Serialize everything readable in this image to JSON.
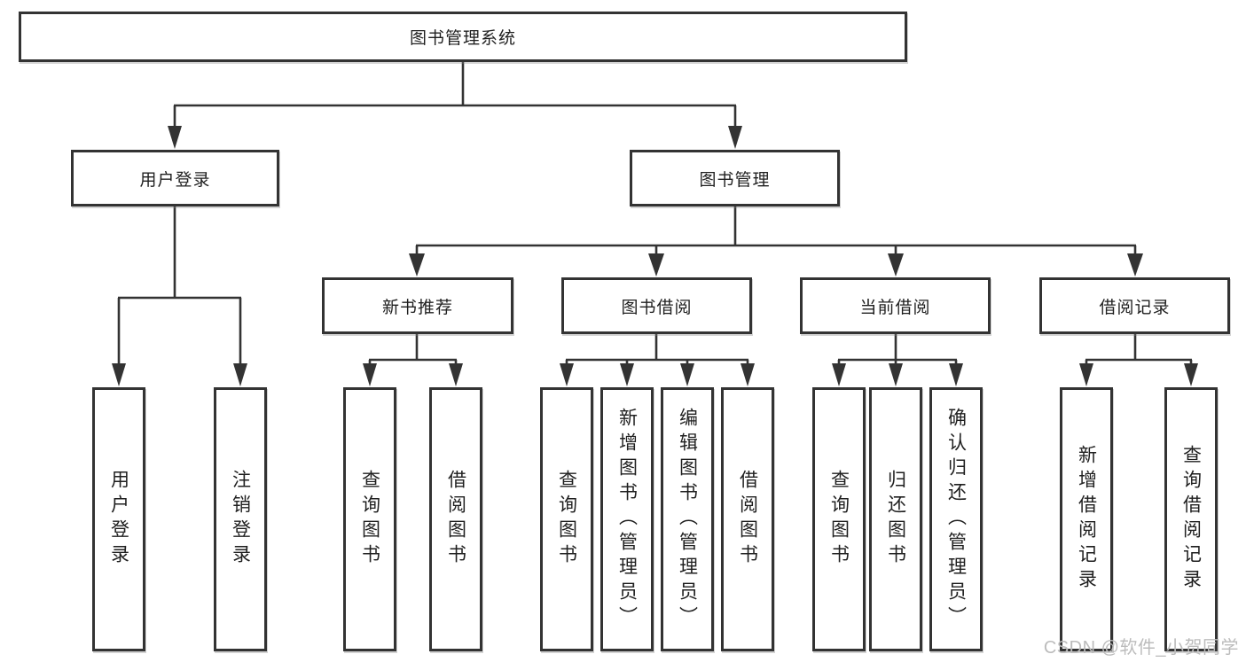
{
  "diagram_title": "图书管理系统",
  "tree": {
    "label": "图书管理系统",
    "children": [
      {
        "label": "用户登录",
        "children": [
          {
            "label": "用户登录"
          },
          {
            "label": "注销登录"
          }
        ]
      },
      {
        "label": "图书管理",
        "children": [
          {
            "label": "新书推荐",
            "children": [
              {
                "label": "查询图书"
              },
              {
                "label": "借阅图书"
              }
            ]
          },
          {
            "label": "图书借阅",
            "children": [
              {
                "label": "查询图书"
              },
              {
                "label": "新增图书（管理员）"
              },
              {
                "label": "编辑图书（管理员）"
              },
              {
                "label": "借阅图书"
              }
            ]
          },
          {
            "label": "当前借阅",
            "children": [
              {
                "label": "查询图书"
              },
              {
                "label": "归还图书"
              },
              {
                "label": "确认归还（管理员）"
              }
            ]
          },
          {
            "label": "借阅记录",
            "children": [
              {
                "label": "新增借阅记录"
              },
              {
                "label": "查询借阅记录"
              }
            ]
          }
        ]
      }
    ]
  },
  "watermark": {
    "text": "CSDN @软件_小贺同学"
  },
  "colors": {
    "background": "#ffffff",
    "box_fill": "#ffffff",
    "box_border": "#333333",
    "line": "#333333",
    "text": "#1f1f1f",
    "watermark": "#bcbcbc"
  }
}
